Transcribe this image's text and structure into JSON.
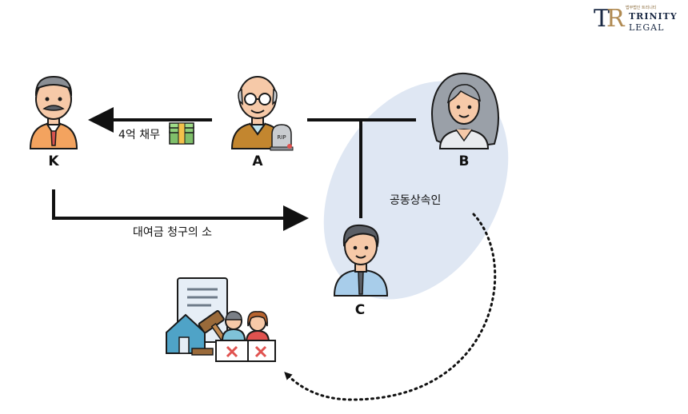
{
  "logo": {
    "small_text": "법무법인 트리니티",
    "mark": "TR",
    "word1": "TRINITY",
    "word2": "LEGAL"
  },
  "nodes": {
    "k": {
      "label": "K"
    },
    "a": {
      "label": "A"
    },
    "b": {
      "label": "B"
    },
    "c": {
      "label": "C"
    }
  },
  "edges": {
    "debt": "4억 채무",
    "loan_claim": "대여금 청구의 소",
    "co_heirs": "공동상속인"
  },
  "icons": {
    "tombstone_text": "RIP"
  },
  "colors": {
    "ellipse": "#dde6f3",
    "money": "#7fbf6a",
    "arrow": "#111111"
  }
}
